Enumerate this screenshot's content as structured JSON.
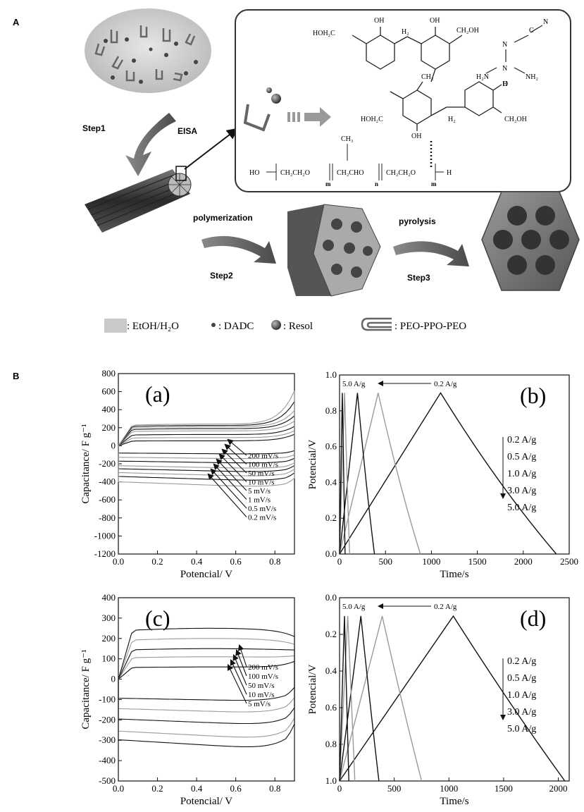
{
  "panels": {
    "A": "A",
    "B": "B"
  },
  "schematic": {
    "steps": {
      "step1": "Step1",
      "eisa": "EISA",
      "polymerization": "polymerization",
      "step2": "Step2",
      "pyrolysis": "pyrolysis",
      "step3": "Step3"
    },
    "chem": {
      "oh1": "OH",
      "oh2": "OH",
      "hoh2c_left": "HOH₂C",
      "ch2_1": "H₂",
      "ch2oh_1": "CH₂OH",
      "ch2_mid": "CH₂",
      "o_right": "O",
      "hoh2c_low": "HOH₂C",
      "h2_low": "H₂",
      "ch2oh_low": "CH₂OH",
      "oh_low": "OH",
      "dadc_n": "N",
      "dadc_c": "C",
      "dadc_n2": "N",
      "dadc_h2n": "H₂N",
      "dadc_nh2": "NH₂",
      "dadc_nh": "N",
      "dadc_h": "H",
      "ch3": "CH₃",
      "chain_ho": "HO",
      "chain_seg1": "CH₂CH₂O",
      "chain_seg2": "CH₂CHO",
      "chain_seg3": "CH₂CH₂O",
      "chain_h": "H",
      "sub_m1": "m",
      "sub_n": "n",
      "sub_m2": "m"
    }
  },
  "legend": {
    "items": [
      {
        "label": ": EtOH/H₂O",
        "icon": "solvent-swatch-icon"
      },
      {
        "label": ": DADC",
        "icon": "dadc-dot-icon"
      },
      {
        "label": ": Resol",
        "icon": "resol-sphere-icon"
      },
      {
        "label": ": PEO-PPO-PEO",
        "icon": "copolymer-icon"
      }
    ]
  },
  "colors": {
    "dark_gray": "#555555",
    "light_gray": "#9a9a9a",
    "black": "#111111"
  },
  "chart_data": [
    {
      "id": "a",
      "type": "line",
      "label": "(a)",
      "xlabel": "Potencial/ V",
      "ylabel": "Capacitance/ F g⁻¹",
      "xlim": [
        0.0,
        0.9
      ],
      "ylim": [
        -1200,
        800
      ],
      "xticks": [
        0.0,
        0.2,
        0.4,
        0.6,
        0.8
      ],
      "yticks": [
        -1200,
        -1000,
        -800,
        -600,
        -400,
        -200,
        0,
        200,
        400,
        600,
        800
      ],
      "series": [
        {
          "name": "200 mV/s",
          "upper": 55,
          "lower": -95,
          "end_hi": 130,
          "end_lo": 40
        },
        {
          "name": "100 mV/s",
          "upper": 90,
          "lower": -150,
          "end_hi": 170,
          "end_lo": 50
        },
        {
          "name": "50 mV/s",
          "upper": 125,
          "lower": -200,
          "end_hi": 220,
          "end_lo": 60
        },
        {
          "name": "10 mV/s",
          "upper": 165,
          "lower": -260,
          "end_hi": 280,
          "end_lo": 70
        },
        {
          "name": "5 mV/s",
          "upper": 190,
          "lower": -300,
          "end_hi": 340,
          "end_lo": 80
        },
        {
          "name": "1 mV/s",
          "upper": 210,
          "lower": -350,
          "end_hi": 400,
          "end_lo": 90
        },
        {
          "name": "0.5 mV/s",
          "upper": 225,
          "lower": -400,
          "end_hi": 500,
          "end_lo": 100
        },
        {
          "name": "0.2 mV/s",
          "upper": 240,
          "lower": -470,
          "end_hi": 620,
          "end_lo": 110
        }
      ]
    },
    {
      "id": "b",
      "type": "line",
      "label": "(b)",
      "xlabel": "Time/s",
      "ylabel": "Potencial/V",
      "xlim": [
        0,
        2500
      ],
      "ylim": [
        0.0,
        1.0
      ],
      "xticks": [
        0,
        500,
        1000,
        1500,
        2000,
        2500
      ],
      "yticks": [
        0.0,
        0.2,
        0.4,
        0.6,
        0.8,
        1.0
      ],
      "annotation_left": "5.0 A/g",
      "annotation_right": "0.2 A/g",
      "current_list": [
        "0.2 A/g",
        "0.5 A/g",
        "1.0 A/g",
        "3.0 A/g",
        "5.0 A/g"
      ],
      "series": [
        {
          "name": "0.2 A/g",
          "peak_t": 1100,
          "end_t": 2360,
          "vmax": 0.9
        },
        {
          "name": "0.5 A/g",
          "peak_t": 420,
          "end_t": 880,
          "vmax": 0.9
        },
        {
          "name": "1.0 A/g",
          "peak_t": 195,
          "end_t": 380,
          "vmax": 0.9
        },
        {
          "name": "3.0 A/g",
          "peak_t": 55,
          "end_t": 110,
          "vmax": 0.9
        },
        {
          "name": "5.0 A/g",
          "peak_t": 30,
          "end_t": 60,
          "vmax": 0.9
        }
      ]
    },
    {
      "id": "c",
      "type": "line",
      "label": "(c)",
      "xlabel": "Potencial/ V",
      "ylabel": "Capacitance/ F g⁻¹",
      "xlim": [
        0.0,
        0.9
      ],
      "ylim": [
        -500,
        400
      ],
      "xticks": [
        0.0,
        0.2,
        0.4,
        0.6,
        0.8
      ],
      "yticks": [
        -500,
        -400,
        -300,
        -200,
        -100,
        0,
        100,
        200,
        300,
        400
      ],
      "series": [
        {
          "name": "200 mV/s",
          "upper": 60,
          "lower": -110,
          "end_hi": 90,
          "end_lo": 70
        },
        {
          "name": "100 mV/s",
          "upper": 110,
          "lower": -170,
          "end_hi": 120,
          "end_lo": 80
        },
        {
          "name": "50 mV/s",
          "upper": 150,
          "lower": -230,
          "end_hi": 150,
          "end_lo": 90
        },
        {
          "name": "10 mV/s",
          "upper": 200,
          "lower": -300,
          "end_hi": 180,
          "end_lo": 110
        },
        {
          "name": "5 mV/s",
          "upper": 250,
          "lower": -350,
          "end_hi": 220,
          "end_lo": 130
        }
      ]
    },
    {
      "id": "d",
      "type": "line",
      "label": "(d)",
      "xlabel": "Time/s",
      "ylabel": "Potencial/V",
      "xlim": [
        0,
        2100
      ],
      "ylim": [
        1.0,
        0.0
      ],
      "xticks": [
        0,
        500,
        1000,
        1500,
        2000
      ],
      "yticks": [
        0.0,
        0.2,
        0.4,
        0.6,
        0.8,
        1.0
      ],
      "annotation_left": "5.0 A/g",
      "annotation_right": "0.2 A/g",
      "current_list": [
        "0.2 A/g",
        "0.5 A/g",
        "1.0 A/g",
        "3.0 A/g",
        "5.0 A/g"
      ],
      "series": [
        {
          "name": "0.2 A/g",
          "peak_t": 1040,
          "end_t": 2060,
          "vmax": 0.9
        },
        {
          "name": "0.5 A/g",
          "peak_t": 390,
          "end_t": 750,
          "vmax": 0.9
        },
        {
          "name": "1.0 A/g",
          "peak_t": 195,
          "end_t": 360,
          "vmax": 0.9
        },
        {
          "name": "3.0 A/g",
          "peak_t": 75,
          "end_t": 140,
          "vmax": 0.9
        },
        {
          "name": "5.0 A/g",
          "peak_t": 45,
          "end_t": 85,
          "vmax": 0.9
        }
      ]
    }
  ]
}
